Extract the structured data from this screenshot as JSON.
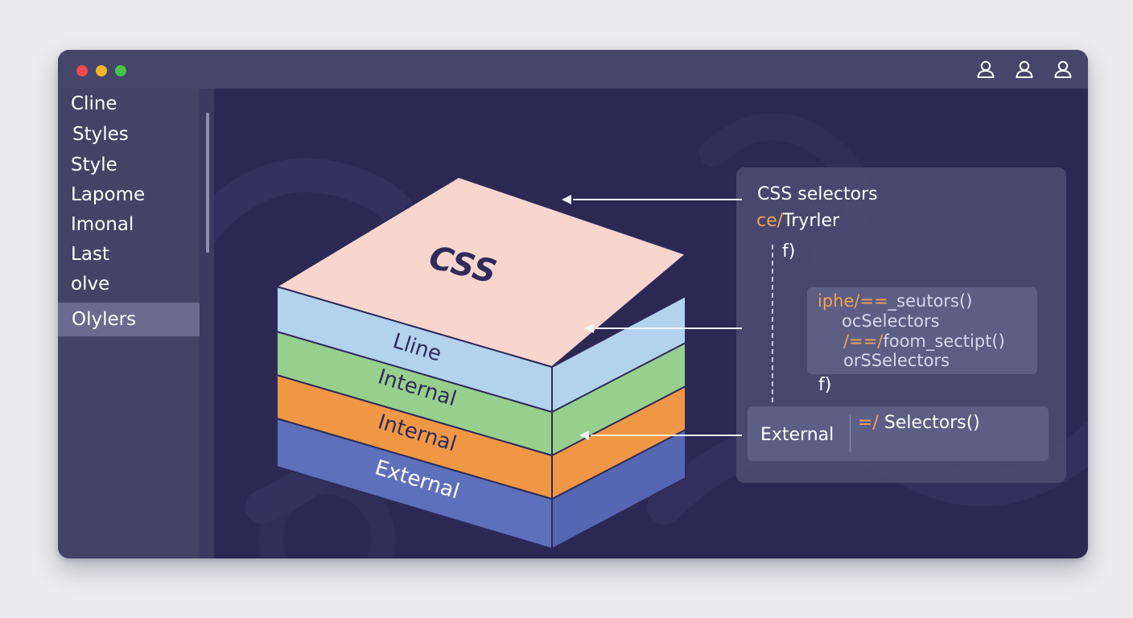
{
  "sidebar": {
    "items": [
      "Cline",
      "Styles",
      "Style",
      "Lapome",
      "Imonal",
      "Last",
      "olve"
    ],
    "selected": "Olylers"
  },
  "titlebar": {
    "user_icons": [
      "user-icon",
      "user-icon",
      "user-icon"
    ]
  },
  "stack": {
    "top_label": "CSS",
    "layers": [
      "Lline",
      "Internal",
      "Internal",
      "External"
    ],
    "colors": {
      "top": "#f8d6cd",
      "lline": "#b3d2ee",
      "internal_green": "#97cf8d",
      "internal_orange": "#ef9745",
      "external": "#5d70bb"
    }
  },
  "panel": {
    "title": "CSS selectors",
    "subtitle_prefix": "ce/",
    "subtitle_rest": "Tryrler",
    "brace_top": "f)",
    "code_lines": [
      {
        "prefix": "iphe/==",
        "rest": "_seutors()"
      },
      {
        "prefix": "",
        "rest": "ocSelectors"
      },
      {
        "prefix": "/==/",
        "rest": "foom_sectipt()"
      },
      {
        "prefix": "",
        "rest": "orSSelectors"
      }
    ],
    "brace_bottom": "f)",
    "external_label": "External",
    "external_code_prefix": "=/",
    "external_code_rest": "Selectors()"
  },
  "colors": {
    "accent_orange": "#f0a15a",
    "window_bg": "#2b2853",
    "titlebar_bg": "#46466a",
    "sidebar_bg": "#434366"
  }
}
